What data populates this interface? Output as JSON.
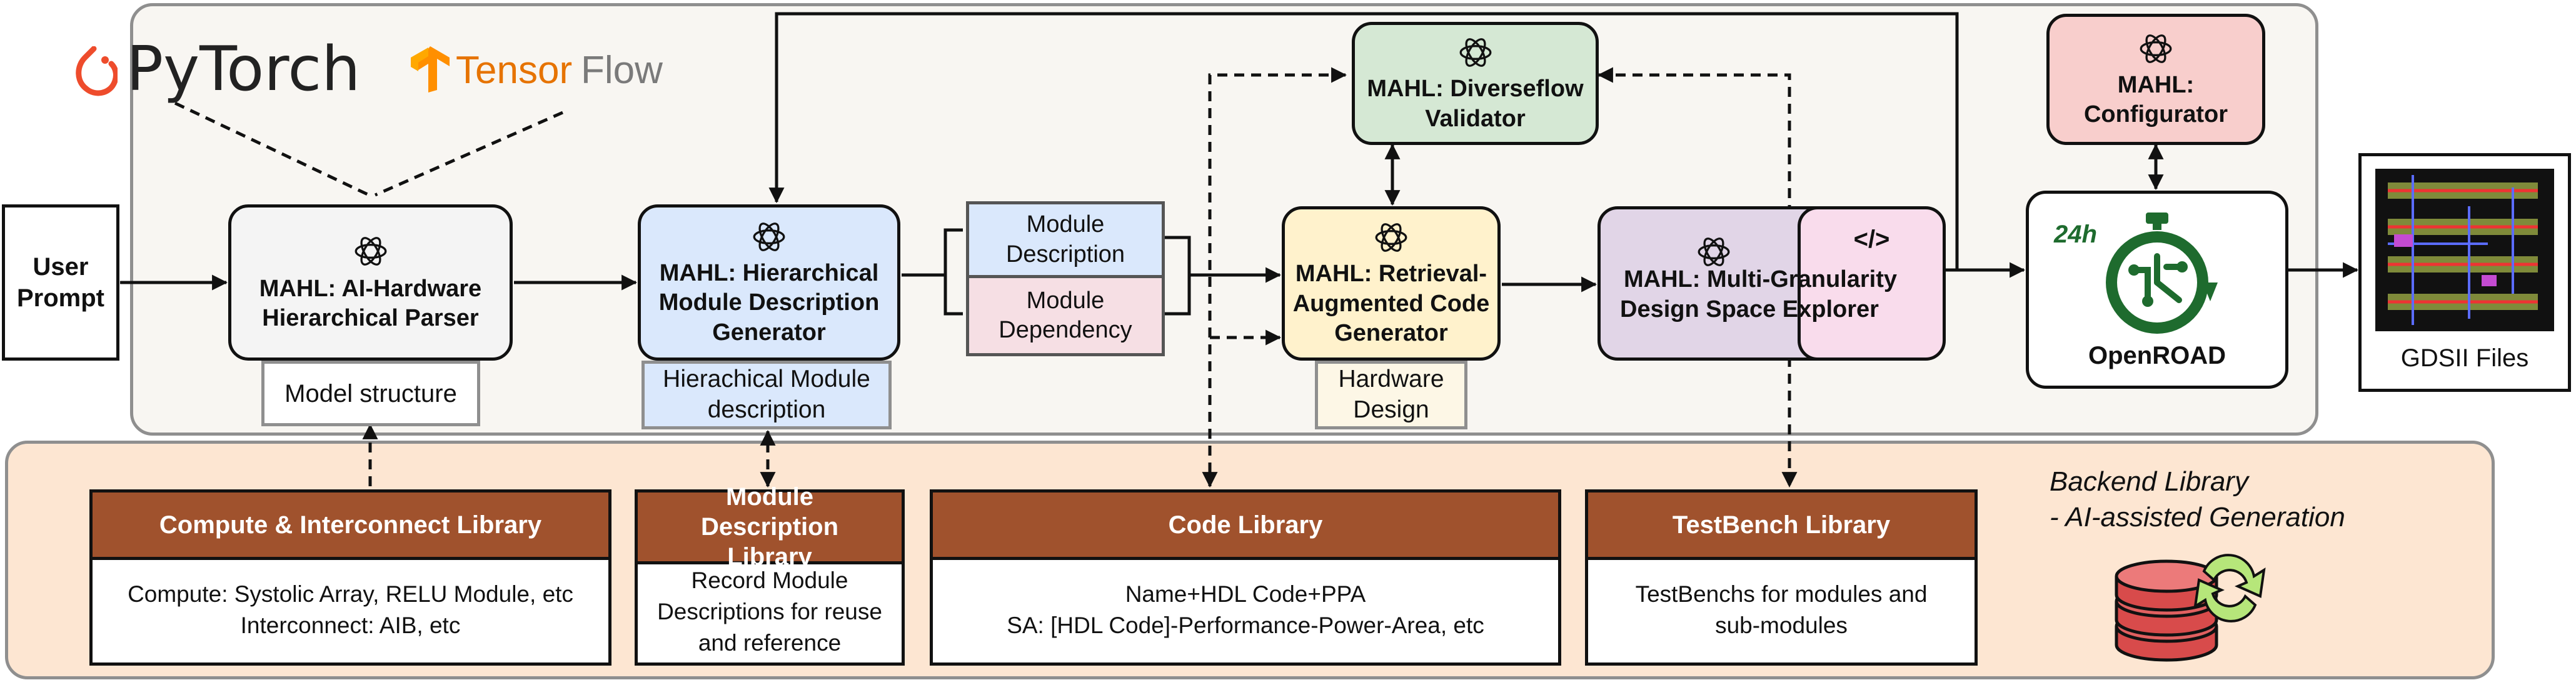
{
  "logos": {
    "pytorch": "PyTorch",
    "tensorflow_a": "Tensor",
    "tensorflow_b": "Flow"
  },
  "inputs": {
    "user_prompt": "User Prompt"
  },
  "nodes": {
    "parser": "MAHL: AI-Hardware Hierarchical Parser",
    "parser_note": "Model structure",
    "generator": "MAHL: Hierarchical Module Description Generator",
    "generator_note": "Hierachical Module description",
    "module_description": "Module Description",
    "module_dependency": "Module Dependency",
    "rag": "MAHL: Retrieval-Augmented Code Generator",
    "rag_note": "Hardware Design",
    "validator": "MAHL: Diverseflow Validator",
    "explorer_a": "MAHL: Multi-Granularity",
    "explorer_b": "Design Space Explorer",
    "code_tag": "</>",
    "configurator": "MAHL: Configurator",
    "openroad": "OpenROAD",
    "openroad_badge": "24h",
    "gdsii": "GDSII Files"
  },
  "libraries": [
    {
      "title": "Compute & Interconnect Library",
      "body": [
        "Compute: Systolic Array, RELU Module, etc",
        "Interconnect: AIB, etc"
      ]
    },
    {
      "title": "Module Description Library",
      "body": [
        "Record Module",
        "Descriptions for reuse",
        "and reference"
      ]
    },
    {
      "title": "Code Library",
      "body": [
        "Name+HDL Code+PPA",
        "SA: [HDL Code]-Performance-Power-Area, etc"
      ]
    },
    {
      "title": "TestBench Library",
      "body": [
        "TestBenchs for modules and",
        "sub-modules"
      ]
    }
  ],
  "backend": {
    "title": "Backend Library",
    "subtitle": "- AI-assisted Generation"
  },
  "colors": {
    "parser": "#f4f4f4",
    "generator": "#dae8fc",
    "rag": "#fff2cc",
    "validator": "#d5e8d4",
    "explorer": "#e1d5e7",
    "explorer_tag": "#f9dcec",
    "configurator": "#f8cecc",
    "lib_header": "#a0522d",
    "openroad_green": "#1e6b2e",
    "top_panel": "#f8f6f2",
    "bottom_panel": "#fde6d2"
  }
}
